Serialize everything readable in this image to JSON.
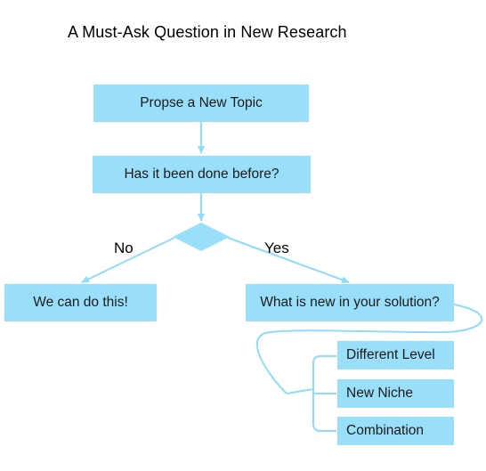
{
  "title": "A Must-Ask Question in New Research",
  "nodes": {
    "topic": "Propse a New Topic",
    "done_before": "Has it been done before?",
    "can_do": "We can do this!",
    "whats_new": "What is new in your solution?",
    "options": [
      "Different Level",
      "New Niche",
      "Combination"
    ]
  },
  "branches": {
    "no": "No",
    "yes": "Yes"
  },
  "colors": {
    "node_fill": "#99dff9",
    "connector": "#8fdcf7"
  }
}
